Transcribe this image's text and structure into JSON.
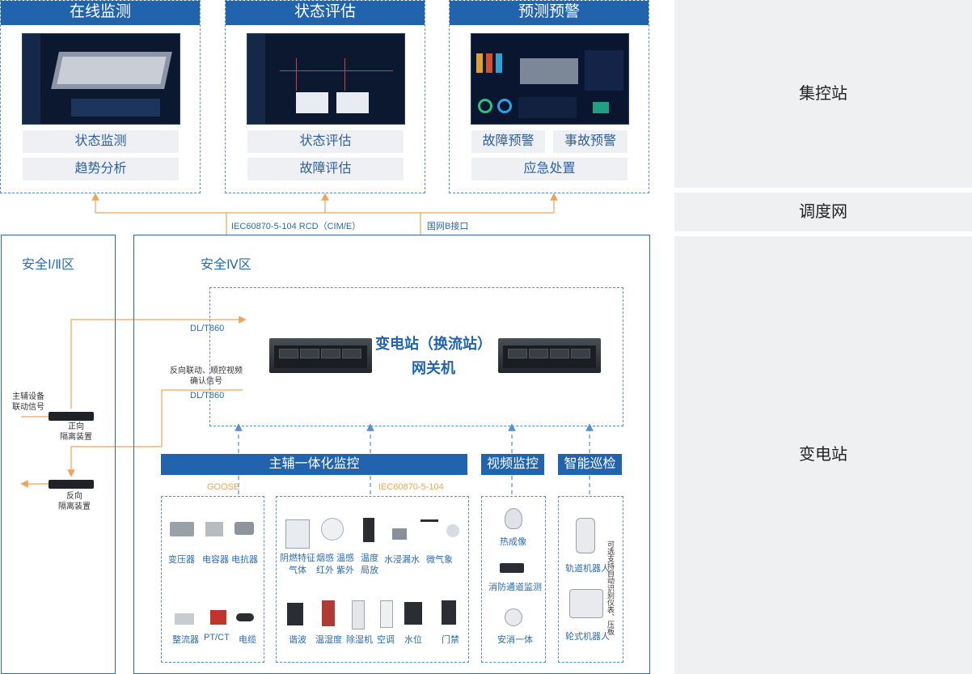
{
  "top_panels": [
    {
      "title": "在线监测",
      "buttons": [
        "状态监测",
        "趋势分析"
      ]
    },
    {
      "title": "状态评估",
      "buttons": [
        "状态评估",
        "故障评估"
      ]
    },
    {
      "title": "预测预警",
      "buttons": [
        "故障预警",
        "事故预警",
        "应急处置"
      ]
    }
  ],
  "side_labels": {
    "top": "集控站",
    "mid": "调度网",
    "bottom": "变电站"
  },
  "links": {
    "protocol": "IEC60870-5-104  RCD（CIM/E）",
    "gb_interface": "国网B接口"
  },
  "zone_left": {
    "title": "安全Ⅰ/Ⅱ区"
  },
  "zone_right": {
    "title": "安全Ⅳ区"
  },
  "gateway": {
    "line1": "变电站（换流站）",
    "line2": "网关机"
  },
  "signals": {
    "dl_top": "DL/T860",
    "reverse_line1": "反向联动、顺控视频",
    "reverse_line2": "确认信号",
    "dl_bottom": "DL/T860",
    "aux_line1": "主辅设备",
    "aux_line2": "联动信号"
  },
  "isolators": {
    "forward_line1": "正向",
    "forward_line2": "隔离装置",
    "reverse_line1": "反向",
    "reverse_line2": "隔离装置"
  },
  "bars": {
    "main": "主辅一体化监控",
    "video": "视频监控",
    "patrol": "智能巡检"
  },
  "protocols": {
    "goose": "GOOSE",
    "iec": "IEC60870-5-104"
  },
  "devices": {
    "box1_row1": [
      "变压器",
      "电容器",
      "电抗器"
    ],
    "box1_row2": [
      "整流器",
      "PT/CT",
      "电缆"
    ],
    "box2_row1": [
      {
        "line1": "阴燃特征",
        "line2": "气体"
      },
      {
        "line1": "烟感 温感",
        "line2": "红外 紫外"
      },
      {
        "line1": "温度",
        "line2": "局放"
      },
      {
        "line1": "水浸漏水",
        "line2": ""
      },
      {
        "line1": "微气象",
        "line2": ""
      }
    ],
    "box2_row2": [
      "谐波",
      "温湿度",
      "除湿机",
      "空调",
      "水位",
      "门禁"
    ],
    "video": [
      "热成像",
      "消防通道监测",
      "安消一体"
    ],
    "patrol": [
      "轨道机器人",
      "轮式机器人"
    ],
    "patrol_note": "可选支持自动识别仪表、压板"
  },
  "colors": {
    "brand": "#2164ad",
    "accent": "#f0a45b",
    "line_blue": "#2b6cb0"
  }
}
